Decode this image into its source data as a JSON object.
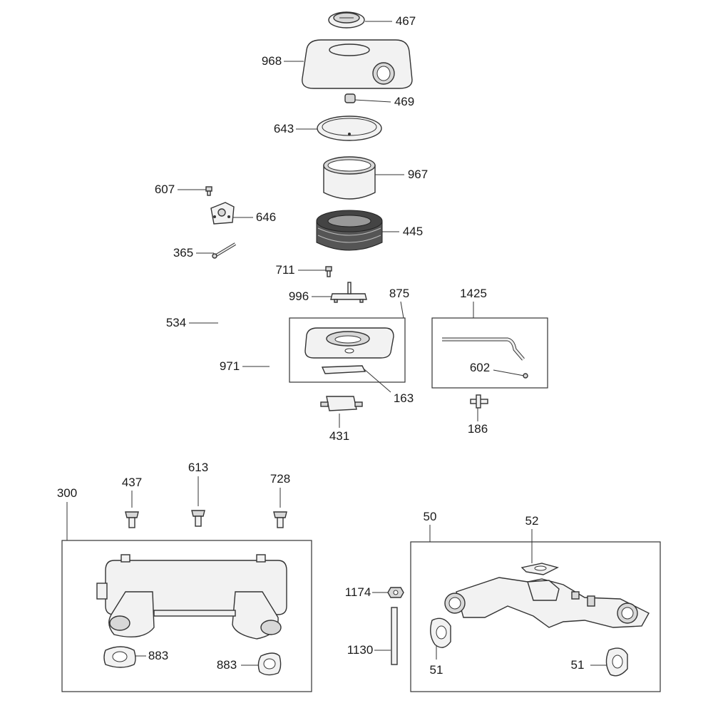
{
  "diagram": {
    "title": "Air cleaner and exhaust exploded parts view",
    "callouts": {
      "p467": "467",
      "p968": "968",
      "p469": "469",
      "p643": "643",
      "p967": "967",
      "p607": "607",
      "p646": "646",
      "p445": "445",
      "p365": "365",
      "p711": "711",
      "p996": "996",
      "p875": "875",
      "p1425": "1425",
      "p534": "534",
      "p971": "971",
      "p602": "602",
      "p163": "163",
      "p431": "431",
      "p186": "186",
      "p437": "437",
      "p613": "613",
      "p728": "728",
      "p300": "300",
      "p883a": "883",
      "p883b": "883",
      "p50": "50",
      "p52": "52",
      "p1174": "1174",
      "p1130": "1130",
      "p51a": "51",
      "p51b": "51"
    }
  }
}
